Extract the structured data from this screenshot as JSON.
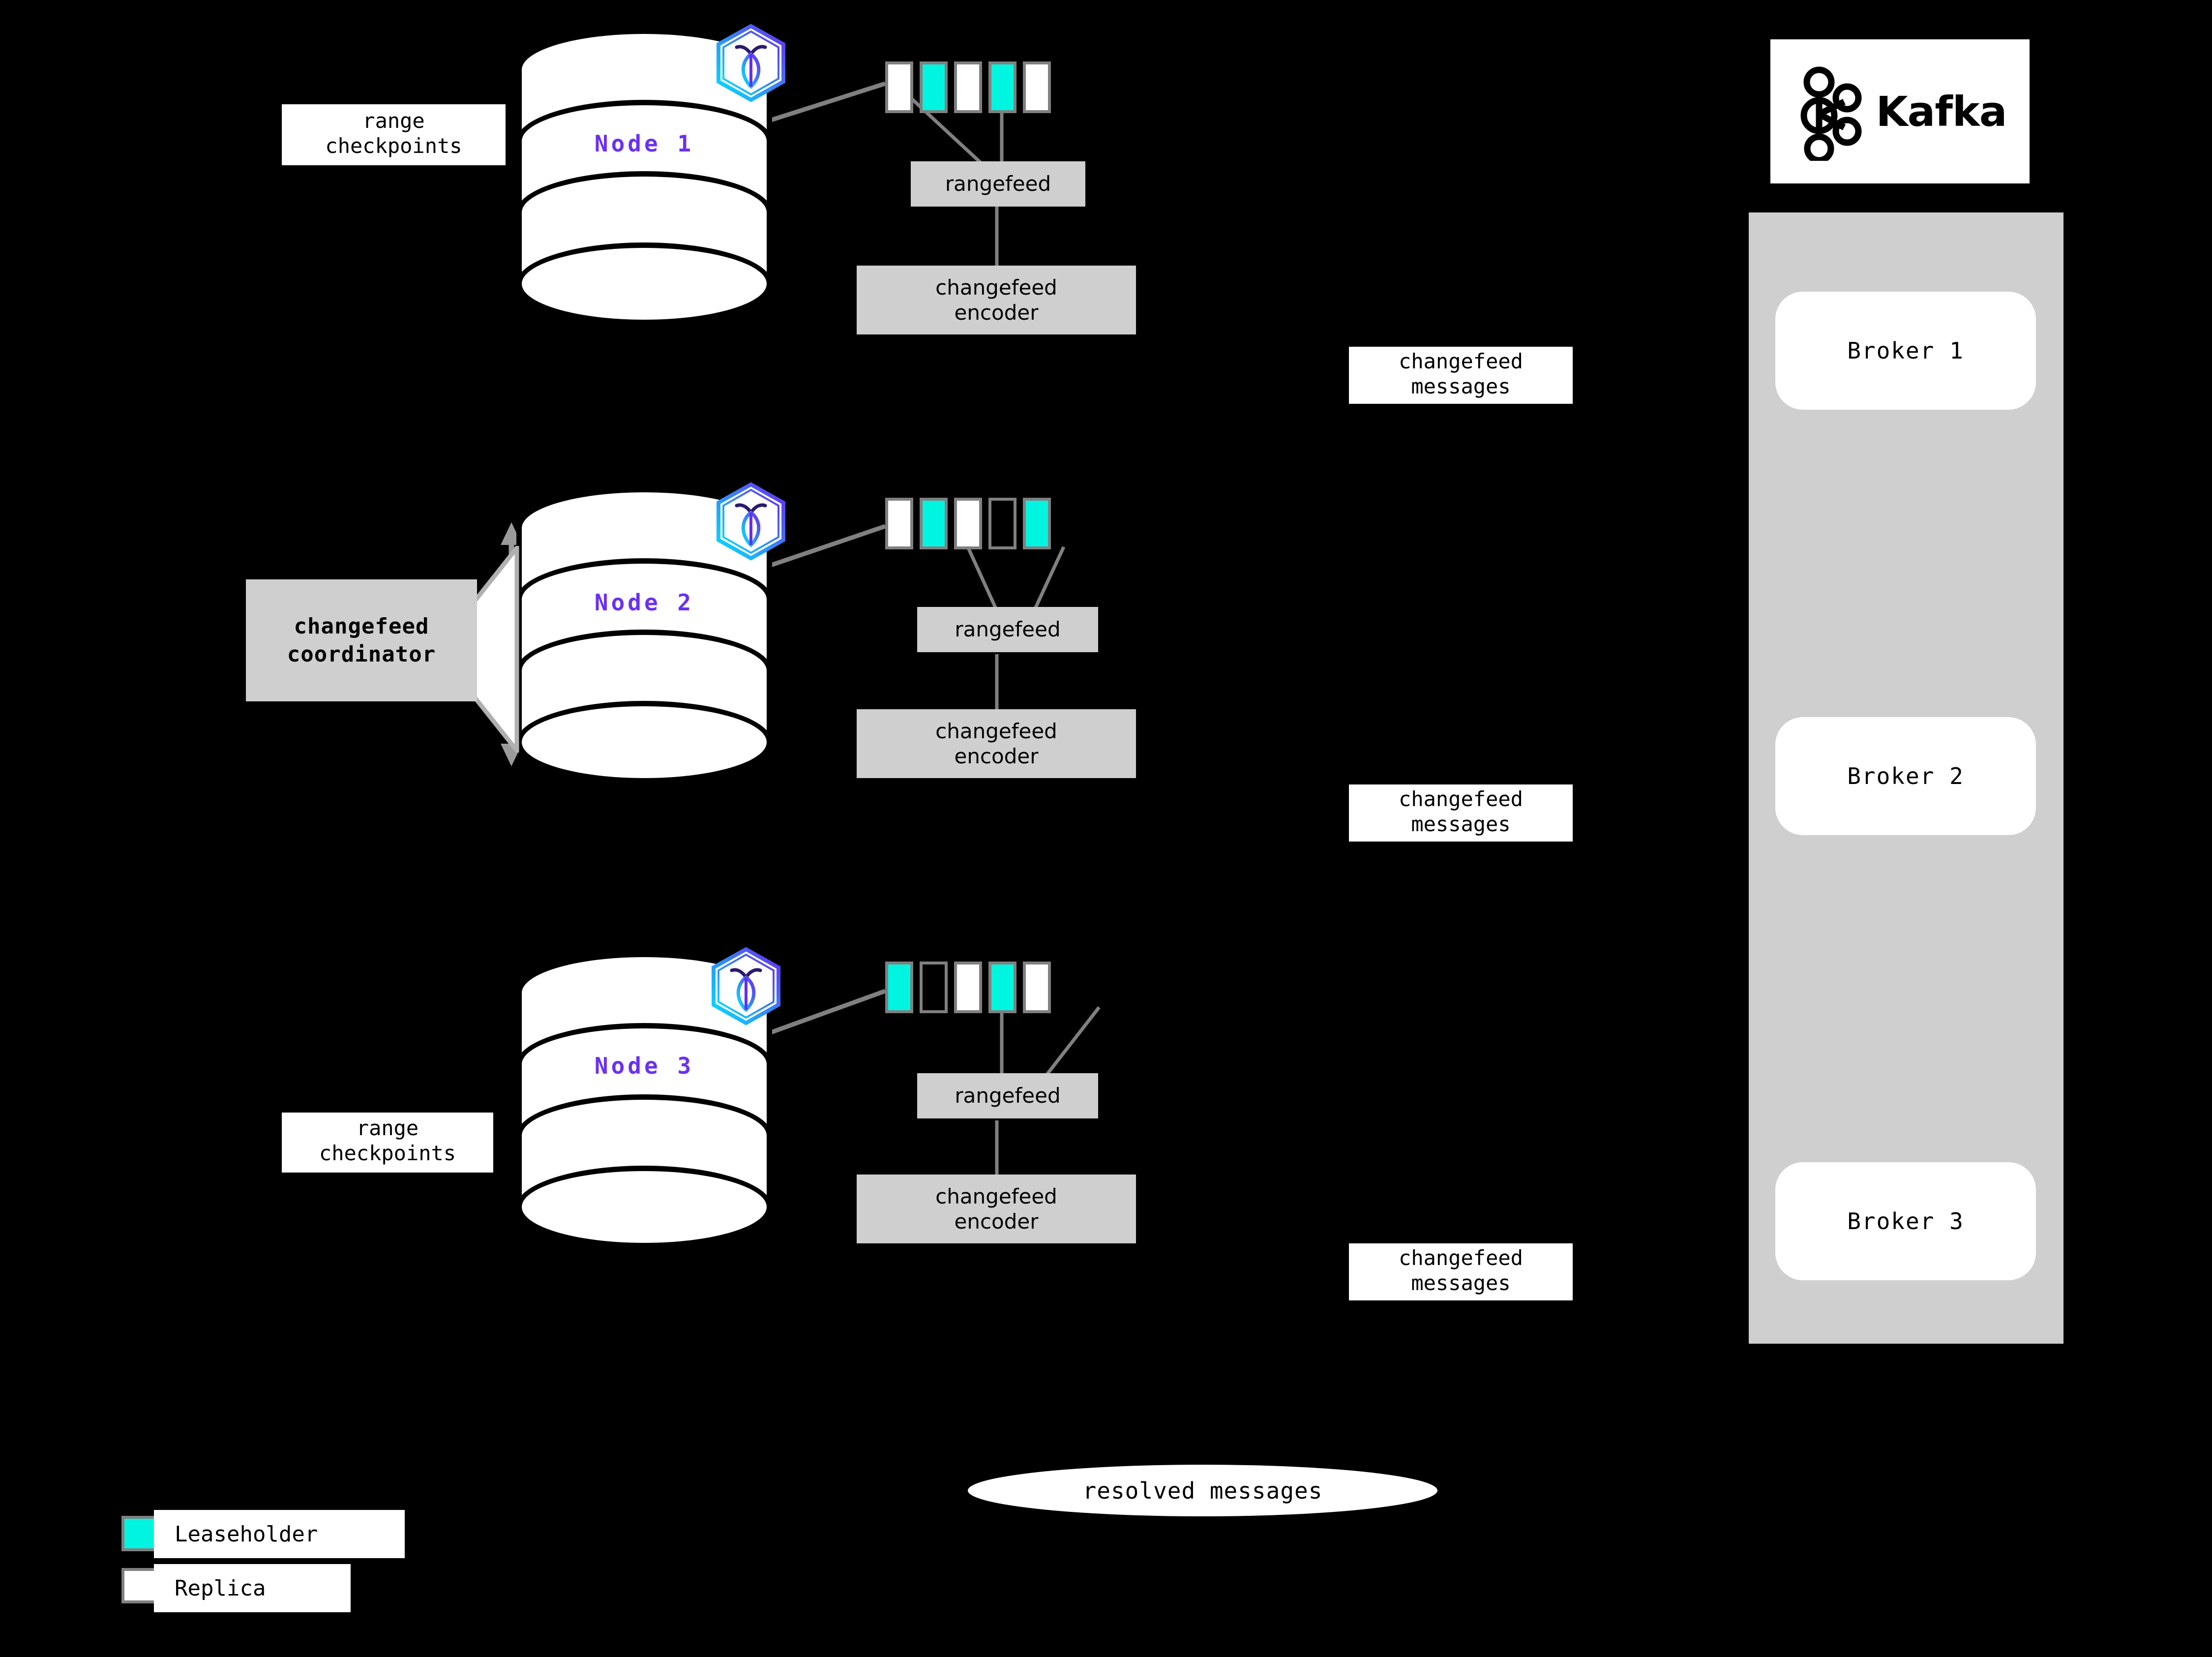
{
  "diagram": {
    "title": "CockroachDB changefeed to Kafka architecture",
    "background": "#000000",
    "accent_purple": "#6b30f5",
    "leaseholder_color": "#00f5e1",
    "replica_color": "#ffffff",
    "box_gray": "#cfcfcf",
    "border_gray": "#808080"
  },
  "nodes": [
    {
      "label": "Node 1",
      "logo_icon": "cockroachdb-hexagon-icon",
      "checkpoint_label": "range\ncheckpoints",
      "ranges": [
        {
          "kind": "replica"
        },
        {
          "kind": "leaseholder"
        },
        {
          "kind": "replica"
        },
        {
          "kind": "leaseholder"
        },
        {
          "kind": "replica"
        }
      ],
      "rangefeed_label": "rangefeed",
      "encoder_label": "changefeed\nencoder",
      "messages_label": "changefeed\nmessages"
    },
    {
      "label": "Node 2",
      "logo_icon": "cockroachdb-hexagon-icon",
      "coordinator_label": "changefeed\ncoordinator",
      "ranges": [
        {
          "kind": "replica"
        },
        {
          "kind": "leaseholder"
        },
        {
          "kind": "replica"
        },
        {
          "kind": "empty"
        },
        {
          "kind": "leaseholder"
        }
      ],
      "rangefeed_label": "rangefeed",
      "encoder_label": "changefeed\nencoder",
      "messages_label": "changefeed\nmessages"
    },
    {
      "label": "Node 3",
      "logo_icon": "cockroachdb-hexagon-icon",
      "checkpoint_label": "range\ncheckpoints",
      "ranges": [
        {
          "kind": "leaseholder"
        },
        {
          "kind": "empty"
        },
        {
          "kind": "replica"
        },
        {
          "kind": "leaseholder"
        },
        {
          "kind": "replica"
        }
      ],
      "rangefeed_label": "rangefeed",
      "encoder_label": "changefeed\nencoder",
      "messages_label": "changefeed\nmessages"
    }
  ],
  "kafka": {
    "wordmark": "Kafka",
    "logo_icon": "kafka-logo-icon",
    "brokers": [
      "Broker 1",
      "Broker 2",
      "Broker 3"
    ]
  },
  "resolved": {
    "label": "resolved messages"
  },
  "legend": {
    "items": [
      {
        "label": "Leaseholder",
        "swatch": "leaseholder"
      },
      {
        "label": "Replica",
        "swatch": "replica"
      }
    ]
  }
}
